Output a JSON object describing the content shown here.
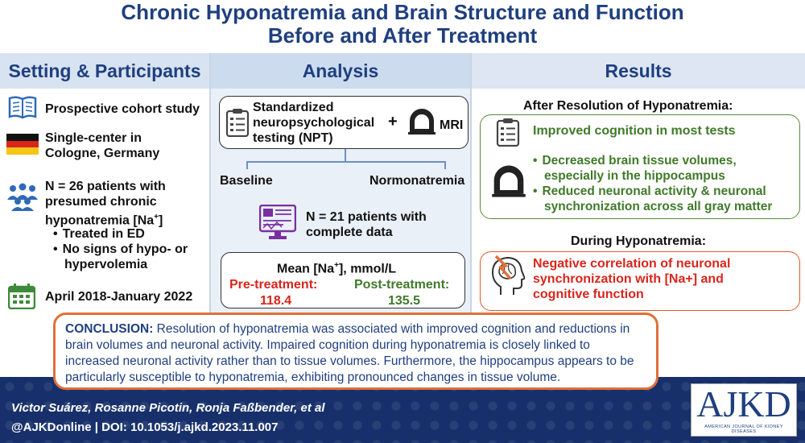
{
  "title": {
    "line1": "Chronic Hyponatremia and Brain Structure and Function",
    "line2": "Before and After Treatment"
  },
  "headers": {
    "setting": "Setting & Participants",
    "analysis": "Analysis",
    "results": "Results"
  },
  "setting": {
    "study": "Prospective cohort study",
    "center_line1": "Single-center in",
    "center_line2": "Cologne, Germany",
    "n_line1": "N = 26 patients with",
    "n_line2": "presumed chronic",
    "n_line3": "hyponatremia [Na",
    "n_sup": "+",
    "n_end": "]",
    "bullet1": "Treated in ED",
    "bullet2a": "No signs of hypo- or",
    "bullet2b": "hypervolemia",
    "dates": "April 2018-January 2022",
    "icons": [
      "book-icon",
      "germany-flag-icon",
      "people-icon",
      "calendar-icon"
    ]
  },
  "analysis": {
    "npt_line1": "Standardized",
    "npt_line2": "neuropsychological",
    "npt_line3": "testing (NPT)",
    "plus": "+",
    "mri": "MRI",
    "baseline": "Baseline",
    "normonatremia": "Normonatremia",
    "n_line1": "N = 21 patients with",
    "n_line2": "complete data",
    "mean_label": "Mean [Na",
    "mean_sup": "+",
    "mean_unit": "], mmol/L",
    "pre_label": "Pre-treatment:",
    "pre_value": "118.4",
    "post_label": "Post-treatment:",
    "post_value": "135.5"
  },
  "results": {
    "after_title": "After Resolution of Hyponatremia:",
    "improved": "Improved cognition in most tests",
    "b1_line1": "Decreased brain tissue volumes,",
    "b1_line2": "especially in the hippocampus",
    "b2_line1": "Reduced neuronal activity & neuronal",
    "b2_line2": "synchronization across all gray matter",
    "during_title": "During Hyponatremia:",
    "neg_line1": "Negative correlation of neuronal",
    "neg_line2": "synchronization with [Na+] and",
    "neg_line3": "cognitive function"
  },
  "conclusion": {
    "lead": "CONCLUSION:",
    "text": " Resolution of hyponatremia was associated with improved cognition and reductions in brain volumes and neuronal activity. Impaired cognition during hyponatremia is closely linked to increased neuronal activity rather than to tissue volumes. Furthermore, the hippocampus appears to be particularly susceptible to hyponatremia, exhibiting pronounced changes in tissue volume."
  },
  "footer": {
    "authors": "Victor Suárez, Rosanne Picotin, Ronja Faßbender, et al",
    "doi": "@AJKDonline | DOI: 10.1053/j.ajkd.2023.11.007",
    "logo": "AJKD",
    "logo_sub": "AMERICAN JOURNAL OF KIDNEY DISEASES"
  },
  "colors": {
    "title_blue": "#1f3f7f",
    "result_green": "#3f7a2a",
    "result_red": "#d9251c",
    "conclusion_border": "#e0703a",
    "footer_bg": "#17306b"
  }
}
